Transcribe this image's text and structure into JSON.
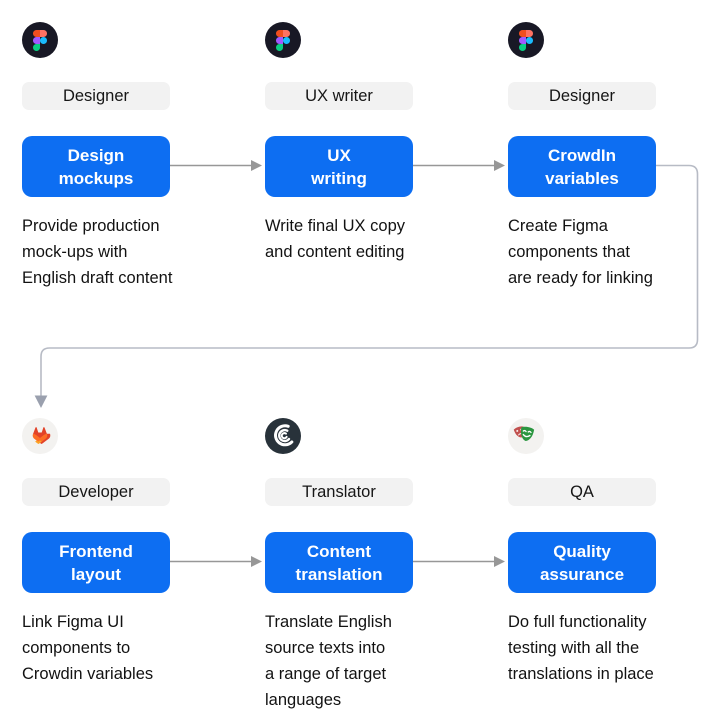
{
  "colors": {
    "accent": "#0d6ef2",
    "chip_bg": "#f2f2f2",
    "text": "#141414",
    "arrow": "#979797",
    "loop_arrow": "#b7bbc5"
  },
  "steps": [
    {
      "icon": "figma-icon",
      "role": "Designer",
      "action": "Design\nmockups",
      "description": "Provide production\nmock-ups with\nEnglish draft content"
    },
    {
      "icon": "figma-icon",
      "role": "UX writer",
      "action": "UX\nwriting",
      "description": "Write final UX copy\nand content editing"
    },
    {
      "icon": "figma-icon",
      "role": "Designer",
      "action": "CrowdIn\nvariables",
      "description": "Create Figma\ncomponents that\nare ready for linking"
    },
    {
      "icon": "gitlab-icon",
      "role": "Developer",
      "action": "Frontend\nlayout",
      "description": "Link Figma UI\ncomponents to\nCrowdin variables"
    },
    {
      "icon": "crowdin-icon",
      "role": "Translator",
      "action": "Content\ntranslation",
      "description": "Translate English\nsource texts into\na range of target\nlanguages"
    },
    {
      "icon": "playwright-icon",
      "role": "QA",
      "action": "Quality\nassurance",
      "description": "Do full functionality\ntesting with all the\ntranslations in place"
    }
  ]
}
